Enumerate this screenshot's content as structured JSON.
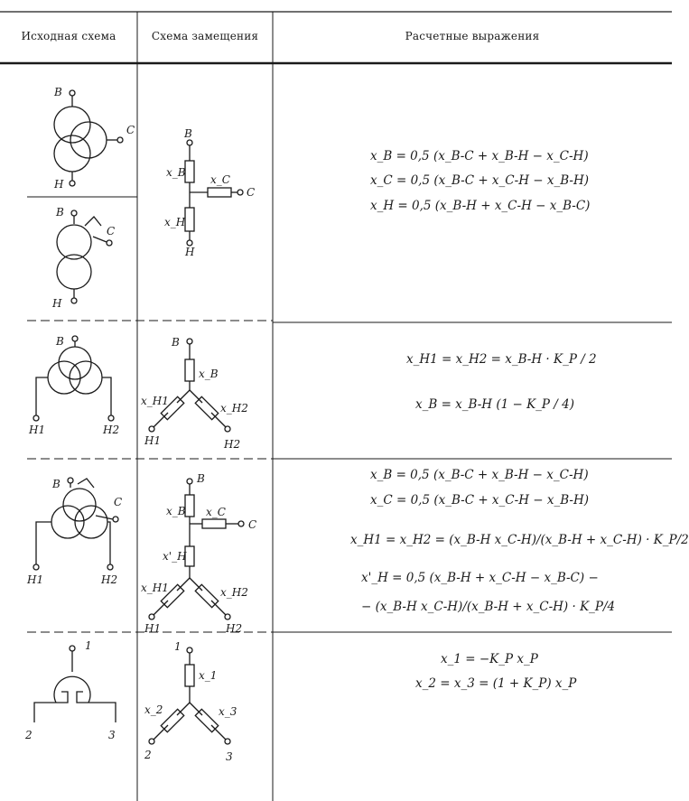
{
  "table": {
    "headers": {
      "source": "Исходная схема",
      "equivalent": "Схема замещения",
      "formulas": "Расчетные выражения"
    },
    "rows": [
      {
        "labels": {
          "high": "B",
          "medium": "C",
          "low": "H",
          "xh": "x_B",
          "xc": "x_C",
          "xl": "x_H"
        },
        "formulas": [
          "x_B = 0,5 (x_B-C + x_B-H − x_C-H)",
          "x_C = 0,5 (x_B-C + x_C-H − x_B-H)",
          "x_H = 0,5 (x_B-H + x_C-H − x_B-C)"
        ]
      },
      {
        "labels": {
          "high": "B",
          "low1": "H1",
          "low2": "H2",
          "xh": "x_B",
          "xl1": "x_H1",
          "xl2": "x_H2"
        },
        "formulas": [
          "x_H1 = x_H2 = x_B-H · K_P / 2",
          "x_B = x_B-H (1 − K_P / 4)"
        ]
      },
      {
        "labels": {
          "high": "B",
          "medium": "C",
          "low1": "H1",
          "low2": "H2",
          "xh": "x_B",
          "xc": "x_C",
          "xlp": "x'_H",
          "xl1": "x_H1",
          "xl2": "x_H2"
        },
        "formulas": [
          "x_B = 0,5 (x_B-C + x_B-H − x_C-H)",
          "x_C = 0,5 (x_B-C + x_C-H − x_B-H)",
          "x_H1 = x_H2 = (x_B-H x_C-H)/(x_B-H + x_C-H) · K_P/2",
          "x'_H = 0,5 (x_B-H + x_C-H − x_B-C) −",
          "− (x_B-H x_C-H)/(x_B-H + x_C-H) · K_P/4"
        ]
      },
      {
        "labels": {
          "t1": "1",
          "t2": "2",
          "t3": "3",
          "x1": "x_1",
          "x2": "x_2",
          "x3": "x_3"
        },
        "formulas": [
          "x_1 = −K_P x_P",
          "x_2 = x_3 = (1 + K_P) x_P"
        ]
      }
    ]
  }
}
